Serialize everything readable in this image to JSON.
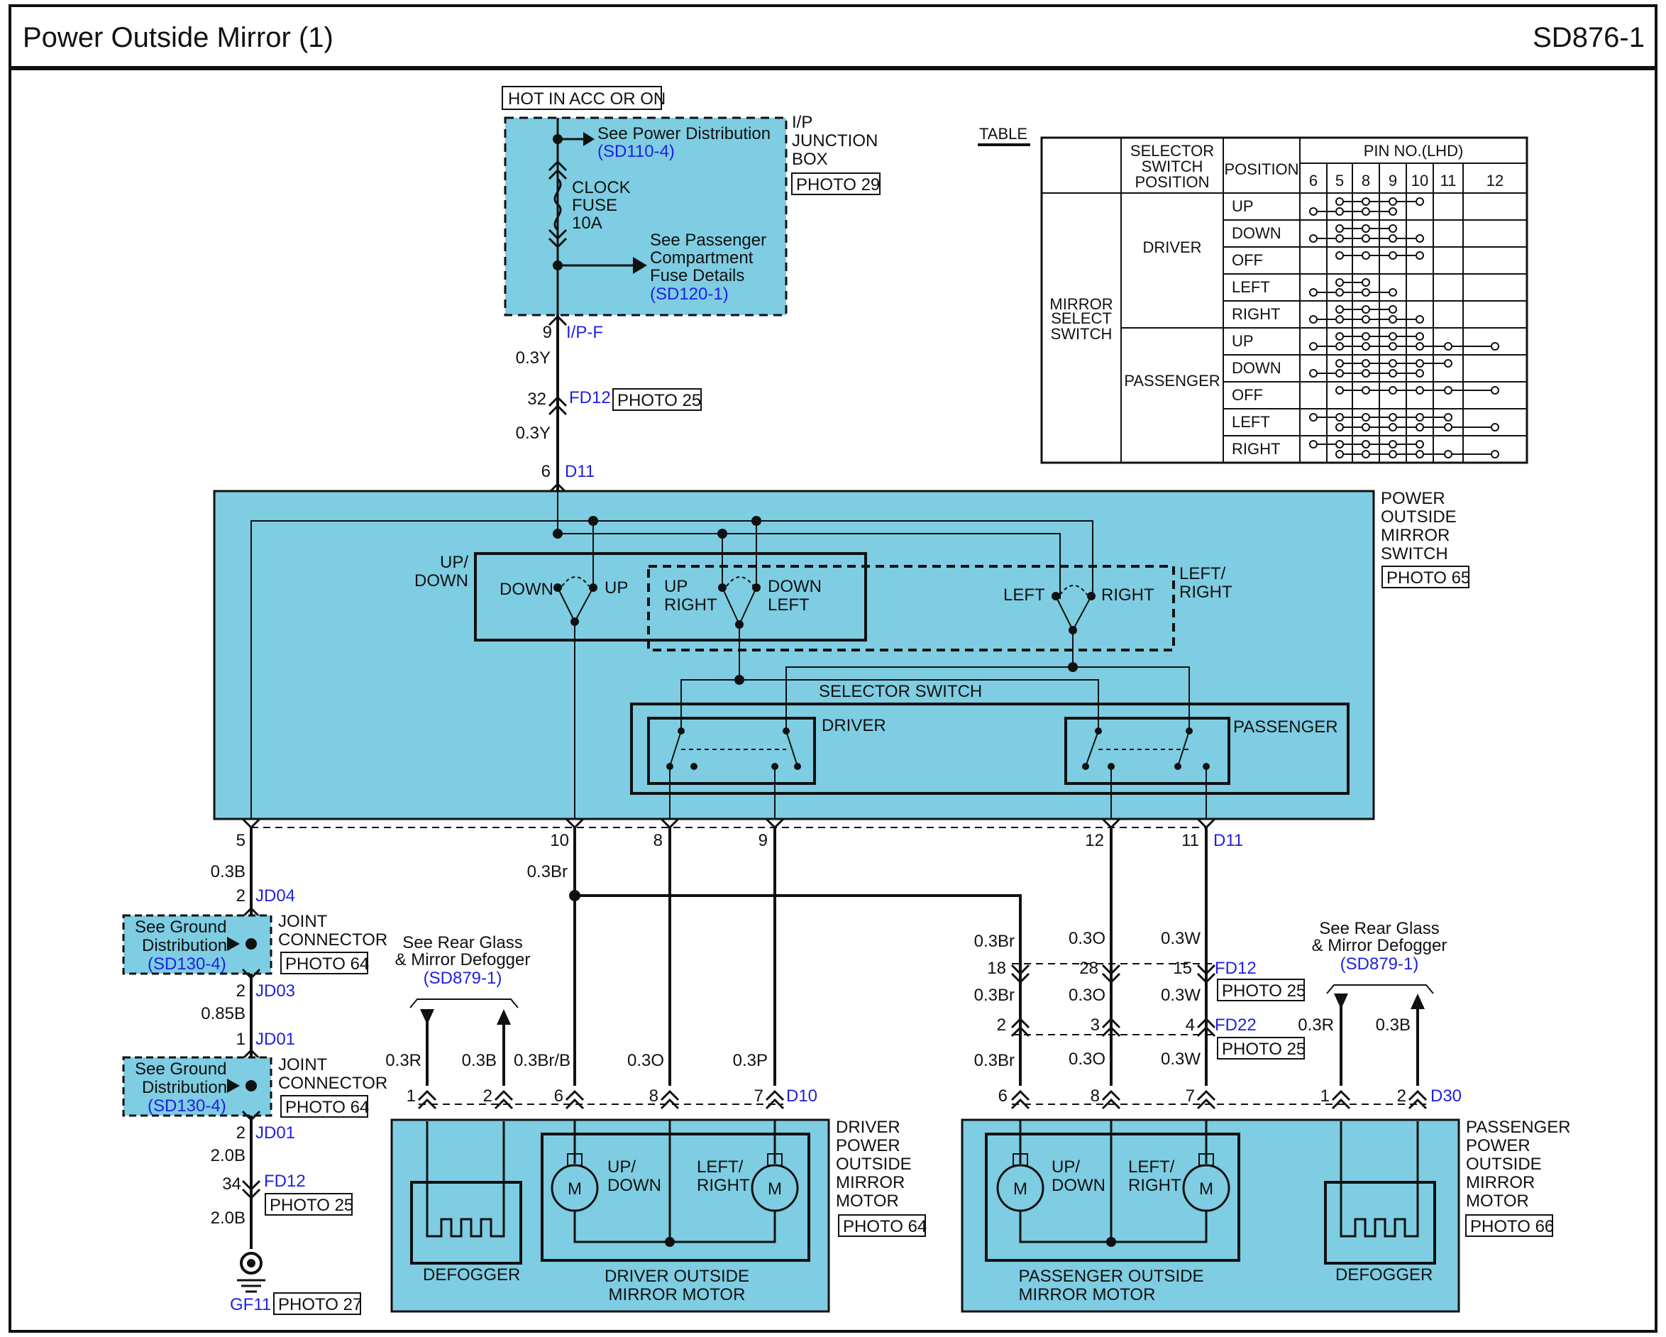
{
  "header": {
    "title": "Power Outside Mirror (1)",
    "code": "SD876-1"
  },
  "power": {
    "hot_label": "HOT IN ACC OR ON",
    "see_power_dist": "See Power Distribution",
    "power_dist_ref": "(SD110-4)",
    "fuse_line1": "CLOCK",
    "fuse_line2": "FUSE",
    "fuse_line3": "10A",
    "see_pass_1": "See Passenger",
    "see_pass_2": "Compartment",
    "see_pass_3": "Fuse Details",
    "pass_ref": "(SD120-1)",
    "jbox_line1": "I/P",
    "jbox_line2": "JUNCTION",
    "jbox_line3": "BOX",
    "jbox_photo": "PHOTO 29"
  },
  "upper_wires": {
    "pin_9": "9",
    "conn_ipf": "I/P-F",
    "wire_03y_a": "0.3Y",
    "pin_32": "32",
    "conn_fd12": "FD12",
    "fd12_photo": "PHOTO 25",
    "wire_03y_b": "0.3Y",
    "pin_6": "6",
    "conn_d11": "D11"
  },
  "switch": {
    "name_1": "POWER",
    "name_2": "OUTSIDE",
    "name_3": "MIRROR",
    "name_4": "SWITCH",
    "photo": "PHOTO 65",
    "updown_1": "UP/",
    "updown_2": "DOWN",
    "down": "DOWN",
    "up": "UP",
    "up2": "UP",
    "right2": "RIGHT",
    "down2": "DOWN",
    "left2": "LEFT",
    "left": "LEFT",
    "right": "RIGHT",
    "lr_1": "LEFT/",
    "lr_2": "RIGHT",
    "selector": "SELECTOR SWITCH",
    "driver": "DRIVER",
    "passenger": "PASSENGER"
  },
  "switch_pins": {
    "p5": "5",
    "p10": "10",
    "p8": "8",
    "p9": "9",
    "p12": "12",
    "p11": "11",
    "d11": "D11"
  },
  "ground": {
    "w_03b": "0.3B",
    "p2a": "2",
    "jd04": "JD04",
    "see_gnd_1": "See Ground",
    "see_gnd_2": "Distribution",
    "gnd_ref": "(SD130-4)",
    "joint_1": "JOINT",
    "joint_2": "CONNECTOR",
    "joint_photo": "PHOTO 64",
    "p2b": "2",
    "jd03": "JD03",
    "w_085b": "0.85B",
    "p1": "1",
    "jd01a": "JD01",
    "see_gnd2_1": "See Ground",
    "see_gnd2_2": "Distribution",
    "gnd2_ref": "(SD130-4)",
    "joint2_1": "JOINT",
    "joint2_2": "CONNECTOR",
    "joint2_photo": "PHOTO 64",
    "p2c": "2",
    "jd01b": "JD01",
    "w_20b_a": "2.0B",
    "p34": "34",
    "fd12": "FD12",
    "fd12_photo": "PHOTO 25",
    "w_20b_b": "2.0B",
    "gf11": "GF11",
    "gf11_photo": "PHOTO 27"
  },
  "driver_side": {
    "w_03br": "0.3Br",
    "rear_1": "See Rear Glass",
    "rear_2": "& Mirror Defogger",
    "rear_ref": "(SD879-1)",
    "w_03r": "0.3R",
    "w_03b": "0.3B",
    "w_03brb": "0.3Br/B",
    "w_03o": "0.3O",
    "w_03p": "0.3P",
    "p1": "1",
    "p2": "2",
    "p6": "6",
    "p8": "8",
    "p7": "7",
    "d10": "D10",
    "defogger": "DEFOGGER",
    "m1": "M",
    "m2": "M",
    "ud_1": "UP/",
    "ud_2": "DOWN",
    "lr_1": "LEFT/",
    "lr_2": "RIGHT",
    "motor_1": "DRIVER OUTSIDE",
    "motor_2": "MIRROR MOTOR",
    "name_1": "DRIVER",
    "name_2": "POWER",
    "name_3": "OUTSIDE",
    "name_4": "MIRROR",
    "name_5": "MOTOR",
    "photo": "PHOTO 64"
  },
  "pass_side": {
    "w_03br_a": "0.3Br",
    "w_03o_a": "0.3O",
    "w_03w_a": "0.3W",
    "p18": "18",
    "p28": "28",
    "p15": "15",
    "fd12": "FD12",
    "fd12_photo": "PHOTO 25",
    "w_03br_b": "0.3Br",
    "w_03o_b": "0.3O",
    "w_03w_b": "0.3W",
    "p2": "2",
    "p3": "3",
    "p4": "4",
    "fd22": "FD22",
    "fd22_photo": "PHOTO 25",
    "w_03br_c": "0.3Br",
    "w_03o_c": "0.3O",
    "w_03w_c": "0.3W",
    "w_03r": "0.3R",
    "w_03b": "0.3B",
    "rear_1": "See Rear Glass",
    "rear_2": "& Mirror Defogger",
    "rear_ref": "(SD879-1)",
    "p6": "6",
    "p8": "8",
    "p7": "7",
    "p1": "1",
    "p2b": "2",
    "d30": "D30",
    "m1": "M",
    "m2": "M",
    "ud_1": "UP/",
    "ud_2": "DOWN",
    "lr_1": "LEFT/",
    "lr_2": "RIGHT",
    "motor_1": "PASSENGER OUTSIDE",
    "motor_2": "MIRROR MOTOR",
    "defogger": "DEFOGGER",
    "name_1": "PASSENGER",
    "name_2": "POWER",
    "name_3": "OUTSIDE",
    "name_4": "MIRROR",
    "name_5": "MOTOR",
    "photo": "PHOTO 66"
  },
  "table": {
    "caption": "TABLE",
    "h_sel_1": "SELECTOR",
    "h_sel_2": "SWITCH",
    "h_sel_3": "POSITION",
    "h_pos": "POSITION",
    "h_pin": "PIN NO.(LHD)",
    "pins": [
      "6",
      "5",
      "8",
      "9",
      "10",
      "11",
      "12"
    ],
    "group_1": "MIRROR",
    "group_2": "SELECT",
    "group_3": "SWITCH",
    "driver": "DRIVER",
    "passenger": "PASSENGER",
    "positions": [
      "UP",
      "DOWN",
      "OFF",
      "LEFT",
      "RIGHT",
      "UP",
      "DOWN",
      "OFF",
      "LEFT",
      "RIGHT"
    ]
  }
}
